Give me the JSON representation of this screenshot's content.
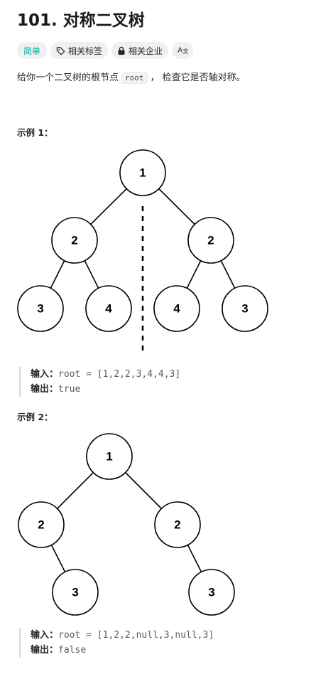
{
  "problem": {
    "title": "101. 对称二叉树",
    "difficulty": "简单",
    "tags_label": "相关标签",
    "companies_label": "相关企业",
    "lang_icon": "Aa-translate-icon"
  },
  "description": {
    "prefix": "给你一个二叉树的根节点",
    "code": "root",
    "suffix": "， 检查它是否轴对称。"
  },
  "examples": [
    {
      "title": "示例 1：",
      "tree_nodes": [
        "1",
        "2",
        "2",
        "3",
        "4",
        "4",
        "3"
      ],
      "input_label": "输入：",
      "input_value": "root = [1,2,2,3,4,4,3]",
      "output_label": "输出：",
      "output_value": "true"
    },
    {
      "title": "示例 2：",
      "tree_nodes": [
        "1",
        "2",
        "2",
        "3",
        "3"
      ],
      "input_label": "输入：",
      "input_value": "root = [1,2,2,null,3,null,3]",
      "output_label": "输出：",
      "output_value": "false"
    }
  ],
  "colors": {
    "easy": "#00af9b",
    "tag_bg": "#f0f0f0",
    "border": "#d9d9d9"
  }
}
